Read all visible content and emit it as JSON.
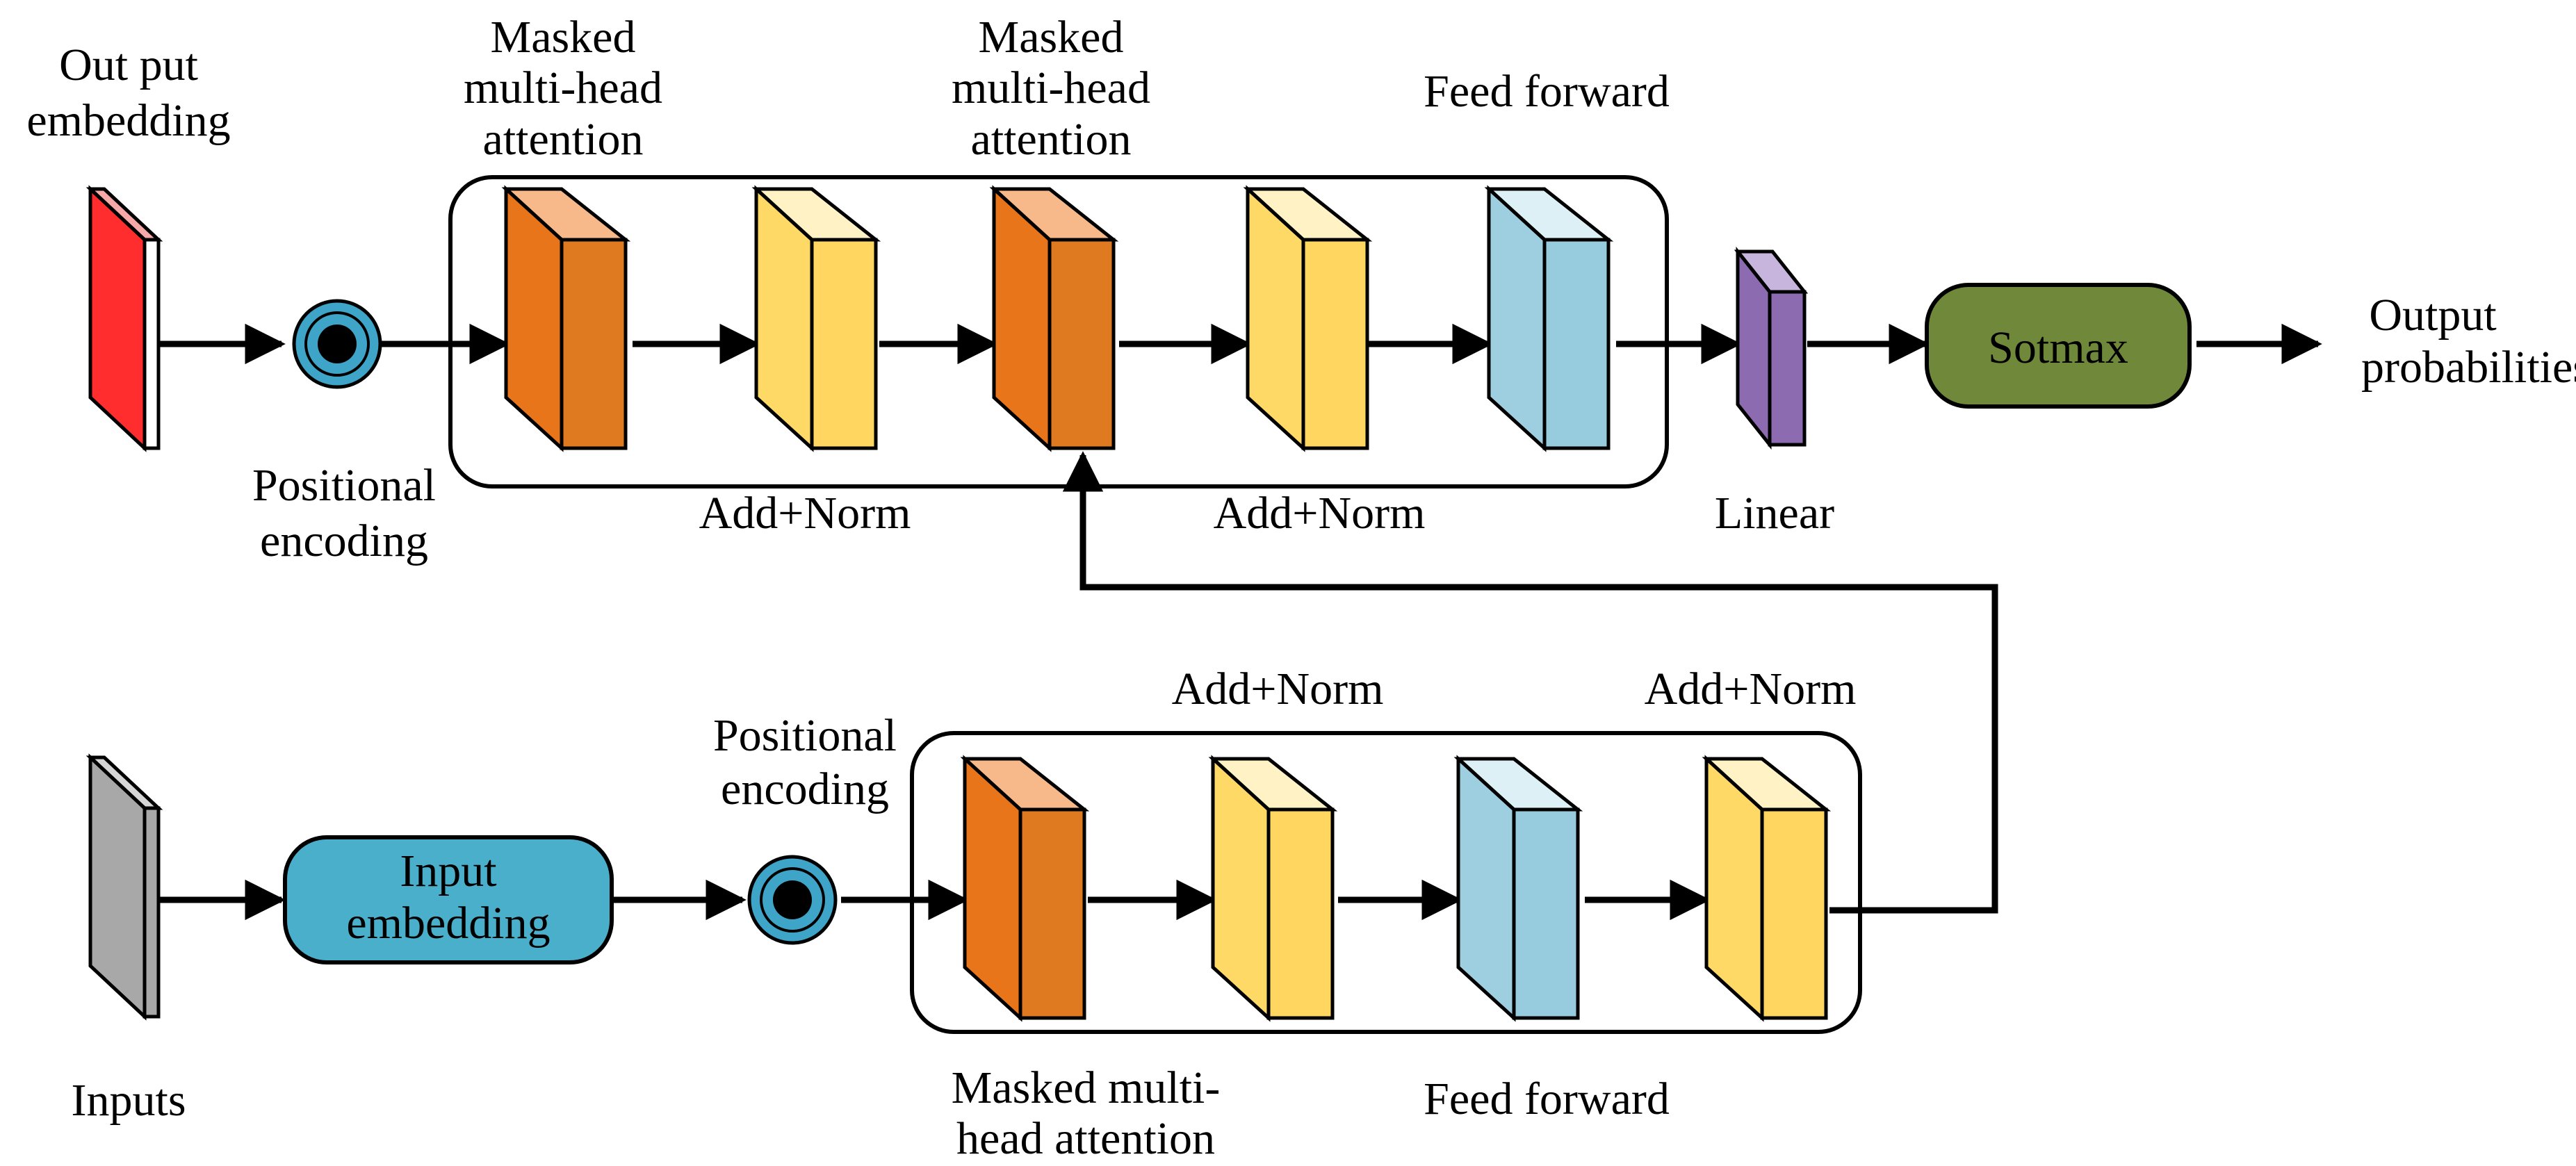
{
  "decoder": {
    "output_embedding": [
      "Out put",
      "embedding"
    ],
    "positional_encoding": [
      "Positional",
      "encoding"
    ],
    "masked_attention_1": [
      "Masked",
      "multi-head",
      "attention"
    ],
    "masked_attention_2": [
      "Masked",
      "multi-head",
      "attention"
    ],
    "feed_forward": "Feed forward",
    "add_norm_1": "Add+Norm",
    "add_norm_2": "Add+Norm",
    "linear": "Linear",
    "softmax": "Sotmax",
    "output_probabilities": [
      "Output",
      "probabilities"
    ]
  },
  "encoder": {
    "inputs": "Inputs",
    "input_embedding": [
      "Input",
      "embedding"
    ],
    "positional_encoding": [
      "Positional",
      "encoding"
    ],
    "add_norm_1": "Add+Norm",
    "add_norm_2": "Add+Norm",
    "masked_attention": [
      "Masked multi-",
      "head attention"
    ],
    "feed_forward": "Feed forward"
  },
  "colors": {
    "orange_front": "#E8751A",
    "orange_top": "#F7B98A",
    "orange_side": "#E07A20",
    "yellow_front": "#FFD966",
    "yellow_top": "#FFF2C4",
    "yellow_side": "#FFD760",
    "blue_front": "#9ECFE0",
    "blue_top": "#DCF0F6",
    "blue_side": "#96CCDD",
    "red_front": "#FF2D2D",
    "red_top": "#F7A8A8",
    "purple_front": "#8C6BB1",
    "purple_top": "#C8B5DD",
    "gray_front": "#A8A8A8",
    "gray_top": "#D6D6D6",
    "teal_fill": "#4AAFCB",
    "olive_fill": "#70883A",
    "pos_enc_ring": "#3EA4C8"
  }
}
